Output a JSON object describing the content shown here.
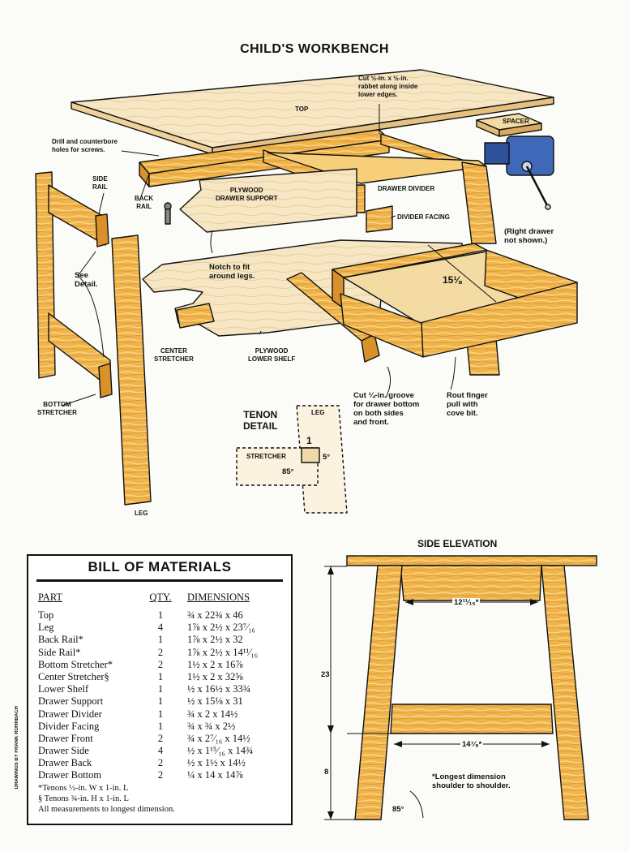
{
  "title": "CHILD'S WORKBENCH",
  "colors": {
    "wood": "#f0b44a",
    "wood_light": "#f7cf7a",
    "wood_dark": "#d9922a",
    "plywood": "#f6e6c4",
    "vise": "#3f68b8",
    "line": "#111111"
  },
  "labels": {
    "top": "TOP",
    "rabbet": [
      "Cut ½-in. x ½-in.",
      "rabbet along inside",
      "lower edges."
    ],
    "spacer": "SPACER",
    "drill": [
      "Drill and counterbore",
      "holes for screws."
    ],
    "side_rail": [
      "SIDE",
      "RAIL"
    ],
    "back_rail": [
      "BACK",
      "RAIL"
    ],
    "plywood_drawer_support": [
      "PLYWOOD",
      "DRAWER SUPPORT"
    ],
    "drawer_divider": "DRAWER DIVIDER",
    "divider_facing": "DIVIDER FACING",
    "right_drawer": [
      "(Right drawer",
      "not shown.)"
    ],
    "see_detail": [
      "See",
      "Detail."
    ],
    "notch": [
      "Notch to fit",
      "around legs."
    ],
    "drawer_width": "15⅛",
    "center_stretcher": [
      "CENTER",
      "STRETCHER"
    ],
    "plywood_lower_shelf": [
      "PLYWOOD",
      "LOWER SHELF"
    ],
    "groove": [
      "Cut ¼-in. groove",
      "for drawer bottom",
      "on both sides",
      "and front."
    ],
    "rout": [
      "Rout finger",
      "pull with",
      "cove bit."
    ],
    "bottom_stretcher": [
      "BOTTOM",
      "STRETCHER"
    ],
    "leg": "LEG"
  },
  "tenon_detail": {
    "title": [
      "TENON",
      "DETAIL"
    ],
    "leg": "LEG",
    "stretcher": "STRETCHER",
    "dim_1": "1",
    "angle_85": "85°",
    "angle_5": "5°"
  },
  "side_elevation": {
    "title": "SIDE ELEVATION",
    "dim_top": "12¹¹⁄₁₆*",
    "dim_bottom": "14⁷⁄₈*",
    "height": "23",
    "lower_height": "8",
    "angle": "85°",
    "note": [
      "*Longest dimension",
      "shoulder to shoulder."
    ]
  },
  "bom": {
    "title": "BILL OF MATERIALS",
    "headers": [
      "PART",
      "QTY.",
      "DIMENSIONS"
    ],
    "rows": [
      [
        "Top",
        "1",
        "¾ x 22¾ x 46"
      ],
      [
        "Leg",
        "4",
        "1⅞ x 2½ x 23⁷⁄₁₆"
      ],
      [
        "Back Rail*",
        "1",
        "1⅞ x 2½ x 32"
      ],
      [
        "Side Rail*",
        "2",
        "1⅞ x 2½ x 14¹¹⁄₁₆"
      ],
      [
        "Bottom Stretcher*",
        "2",
        "1½ x 2 x 16⅞"
      ],
      [
        "Center Stretcher§",
        "1",
        "1½ x 2 x 32⅝"
      ],
      [
        "Lower Shelf",
        "1",
        "½ x 16½ x 33¾"
      ],
      [
        "Drawer Support",
        "1",
        "½ x 15⅛ x 31"
      ],
      [
        "Drawer Divider",
        "1",
        "¾ x 2 x 14½"
      ],
      [
        "Divider Facing",
        "1",
        "¾ x ¾ x 2½"
      ],
      [
        "Drawer Front",
        "2",
        "¾ x 2⁷⁄₁₆ x 14½"
      ],
      [
        "Drawer Side",
        "4",
        "½ x 1¹⁵⁄₁₆ x 14¾"
      ],
      [
        "Drawer Back",
        "2",
        "½ x 1½ x 14½"
      ],
      [
        "Drawer Bottom",
        "2",
        "¼ x 14 x 14⅞"
      ]
    ],
    "notes": [
      "*Tenons ½-in. W x 1-in. L",
      "§ Tenons ¾-in. H x 1-in. L",
      "All measurements to longest dimension."
    ]
  },
  "credit": "DRAWINGS BY FRANK ROHRBACH"
}
